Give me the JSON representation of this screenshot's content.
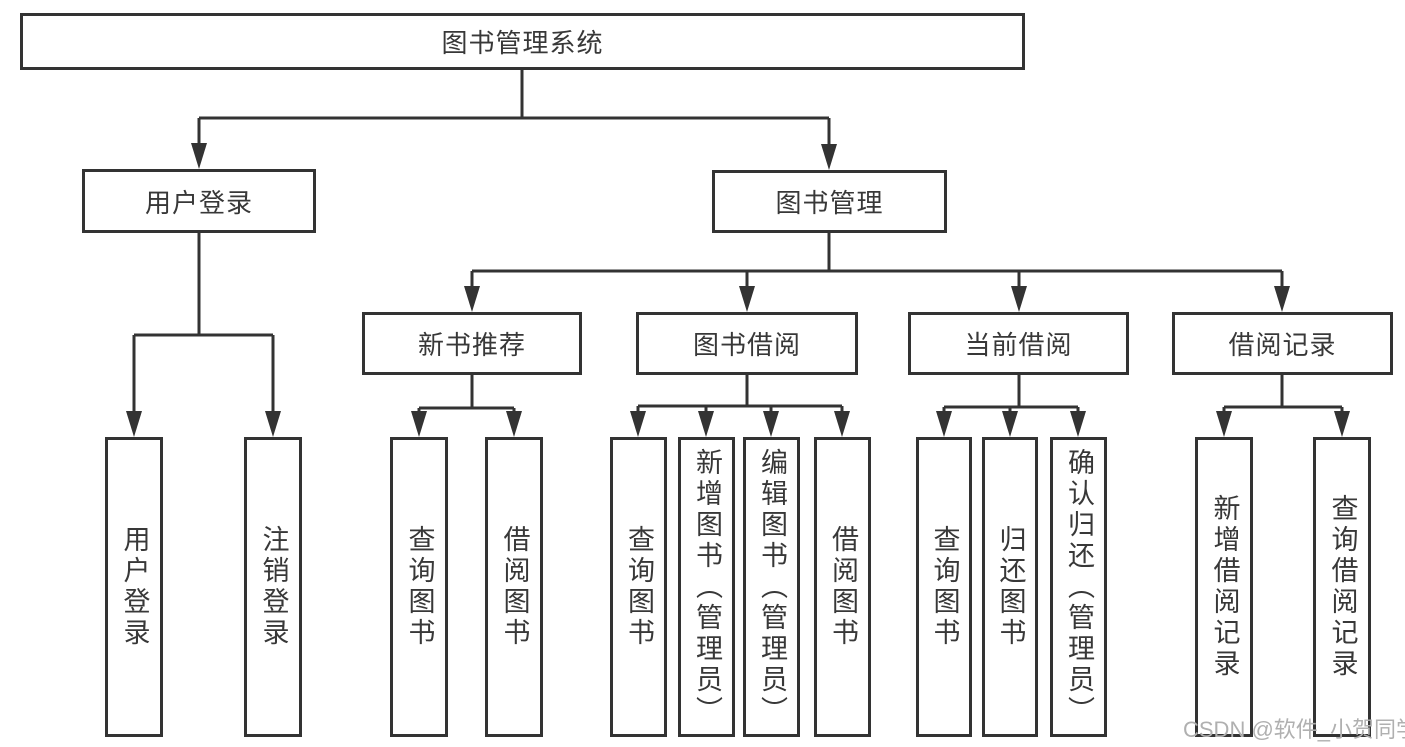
{
  "diagram": {
    "root": {
      "label": "图书管理系统"
    },
    "level2": {
      "user_login": {
        "label": "用户登录"
      },
      "book_management": {
        "label": "图书管理"
      }
    },
    "level3": {
      "new_book_recommend": {
        "label": "新书推荐"
      },
      "book_borrow": {
        "label": "图书借阅"
      },
      "current_borrow": {
        "label": "当前借阅"
      },
      "borrow_records": {
        "label": "借阅记录"
      }
    },
    "leaves": {
      "login": {
        "label": "用户登录"
      },
      "logout": {
        "label": "注销登录"
      },
      "recommend_query_books": {
        "label": "查询图书"
      },
      "recommend_borrow_books": {
        "label": "借阅图书"
      },
      "borrow_query_books": {
        "label": "查询图书"
      },
      "borrow_add_books_admin": {
        "label": "新增图书（管理员）"
      },
      "borrow_edit_books_admin": {
        "label": "编辑图书（管理员）"
      },
      "borrow_borrow_books": {
        "label": "借阅图书"
      },
      "current_query_books": {
        "label": "查询图书"
      },
      "current_return_books": {
        "label": "归还图书"
      },
      "current_confirm_return_admin": {
        "label": "确认归还（管理员）"
      },
      "records_add_record": {
        "label": "新增借阅记录"
      },
      "records_query_record": {
        "label": "查询借阅记录"
      }
    },
    "colors": {
      "line": "#333333",
      "box_border": "#333333",
      "text": "#383838",
      "background": "#ffffff",
      "watermark": "#b0b0b0"
    }
  },
  "watermark": {
    "text": "CSDN @软件_小贺同学"
  }
}
